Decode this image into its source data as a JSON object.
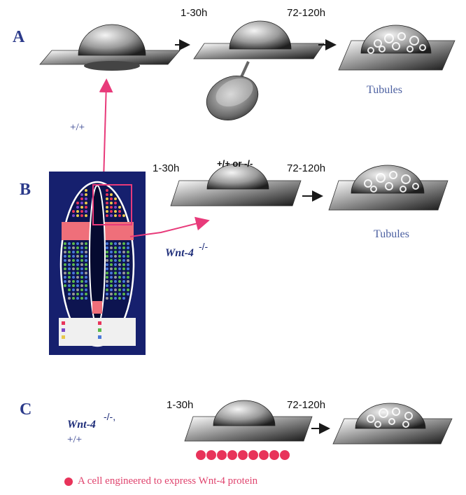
{
  "panels": {
    "a": {
      "letter": "A",
      "time1": "1-30h",
      "time2": "72-120h",
      "result": "Tubules",
      "genotype": "+/+"
    },
    "b": {
      "letter": "B",
      "time1": "1-30h",
      "genotype_choice": "+/+ or -/-",
      "time2": "72-120h",
      "result": "Tubules",
      "gene": "Wnt-4",
      "mutant_sup": "-/-"
    },
    "c": {
      "letter": "C",
      "time1": "1-30h",
      "time2": "72-120h",
      "gene": "Wnt-4",
      "mutant_sup": "-/-,",
      "wildtype": "+/+"
    }
  },
  "legend": {
    "text": "A cell engineered to express Wnt-4 protein"
  },
  "colors": {
    "arrow_pink": "#e83a7a",
    "cell_red": "#e8335a",
    "stripe_pink": "#ef6f7a",
    "schematic_bg": "#16206e",
    "label_blue": "#2b3a8a"
  }
}
